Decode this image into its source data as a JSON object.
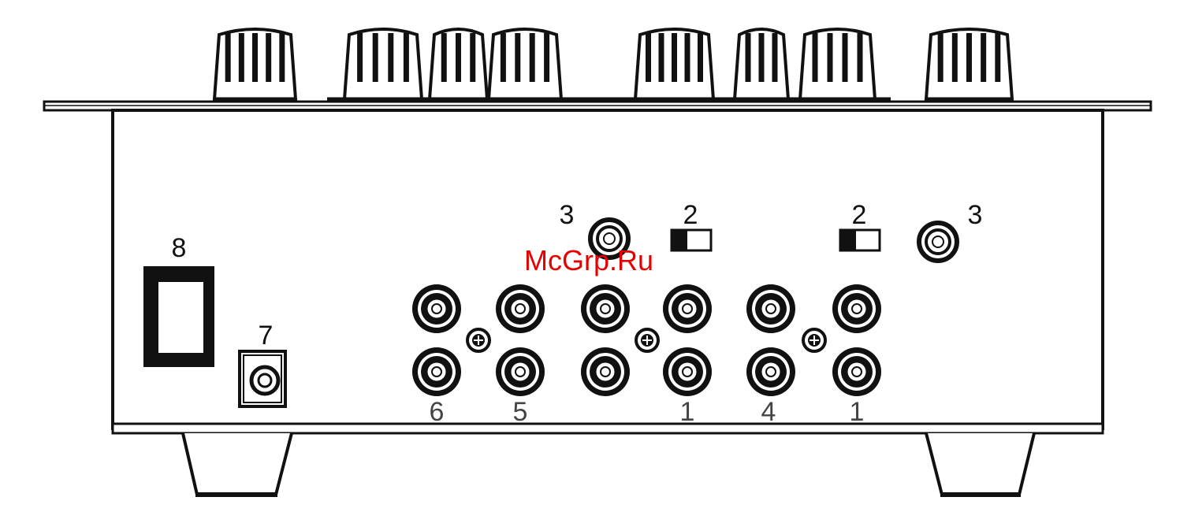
{
  "figure": {
    "callouts": {
      "power_switch": "8",
      "power_jack": "7",
      "jack_left": "3",
      "jack_right": "3",
      "switch_left": "2",
      "switch_right": "2"
    },
    "rca_labels": [
      "6",
      "5",
      "1",
      "4",
      "1"
    ],
    "watermark": "McGrp.Ru",
    "colors": {
      "line": "#111111",
      "background": "#ffffff",
      "watermark": "#e60000"
    }
  }
}
